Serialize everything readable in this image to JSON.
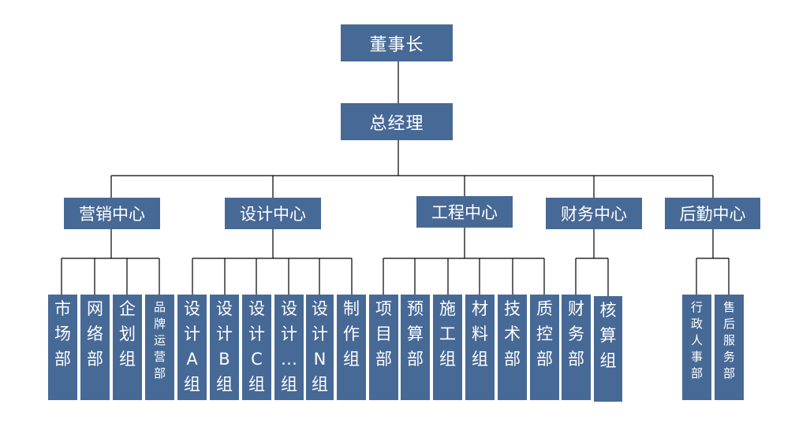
{
  "chairman": "董事长",
  "gm": "总经理",
  "centers": [
    {
      "label": "营销中心",
      "children": [
        "市\n场\n部",
        "网\n络\n部",
        "企\n划\n组",
        "品\n牌\n运\n营\n部"
      ]
    },
    {
      "label": "设计中心",
      "children": [
        "设\n计\nA\n组",
        "设\n计\nB\n组",
        "设\n计\nC\n组",
        "设\n计\n…\n组",
        "设\n计\nN\n组",
        "制\n作\n组"
      ]
    },
    {
      "label": "工程中心",
      "children": [
        "项\n目\n部",
        "预\n算\n部",
        "施\n工\n组",
        "材\n料\n组",
        "技\n术\n部",
        "质\n控\n部"
      ]
    },
    {
      "label": "财务中心",
      "children": [
        "财\n务\n部",
        "核\n算\n组"
      ]
    },
    {
      "label": "后勤中心",
      "children": [
        "行\n政\n人\n事\n部",
        "售\n后\n服\n务\n部"
      ]
    }
  ],
  "colors": {
    "box": "#476996",
    "text": "#ffffff",
    "line": "#000000"
  }
}
